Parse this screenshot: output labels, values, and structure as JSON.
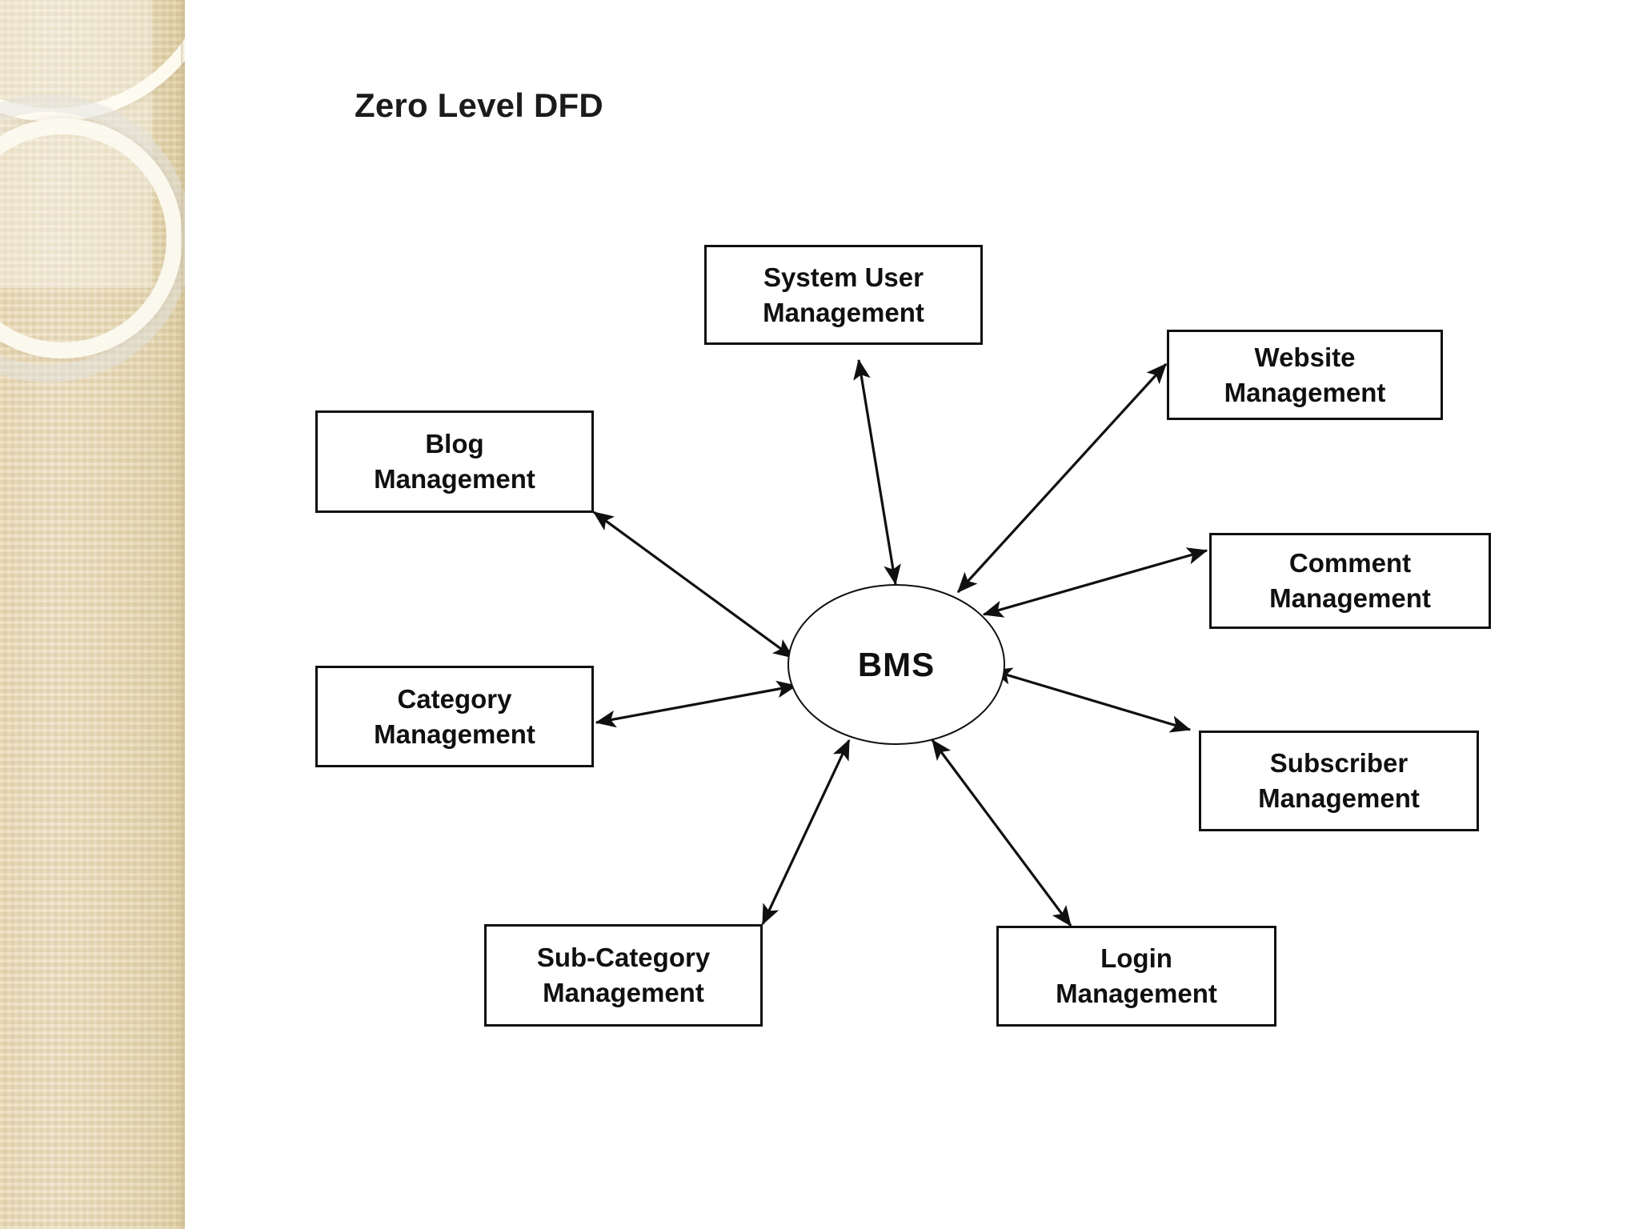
{
  "slide": {
    "title": "Zero Level DFD",
    "background_color": "#ffffff",
    "sidebar_color": "#f0e5ca"
  },
  "diagram": {
    "type": "data-flow-diagram",
    "level": "Zero Level DFD (Context Diagram)",
    "process": {
      "id": "bms",
      "label": "BMS",
      "shape": "ellipse"
    },
    "entities": [
      {
        "id": "system-user-management",
        "label": "System User\nManagement",
        "position": "top-center"
      },
      {
        "id": "website-management",
        "label": "Website\nManagement",
        "position": "top-right"
      },
      {
        "id": "comment-management",
        "label": "Comment\nManagement",
        "position": "right-upper"
      },
      {
        "id": "subscriber-management",
        "label": "Subscriber\nManagement",
        "position": "right-lower"
      },
      {
        "id": "login-management",
        "label": "Login\nManagement",
        "position": "bottom-right"
      },
      {
        "id": "sub-category-management",
        "label": "Sub-Category\nManagement",
        "position": "bottom-left"
      },
      {
        "id": "category-management",
        "label": "Category\nManagement",
        "position": "left-lower"
      },
      {
        "id": "blog-management",
        "label": "Blog\nManagement",
        "position": "left-upper"
      }
    ],
    "flows": [
      {
        "from": "bms",
        "to": "system-user-management",
        "direction": "bidirectional"
      },
      {
        "from": "bms",
        "to": "website-management",
        "direction": "bidirectional"
      },
      {
        "from": "bms",
        "to": "comment-management",
        "direction": "bidirectional"
      },
      {
        "from": "bms",
        "to": "subscriber-management",
        "direction": "bidirectional"
      },
      {
        "from": "bms",
        "to": "login-management",
        "direction": "bidirectional"
      },
      {
        "from": "bms",
        "to": "sub-category-management",
        "direction": "bidirectional"
      },
      {
        "from": "bms",
        "to": "category-management",
        "direction": "bidirectional"
      },
      {
        "from": "bms",
        "to": "blog-management",
        "direction": "bidirectional"
      }
    ]
  }
}
